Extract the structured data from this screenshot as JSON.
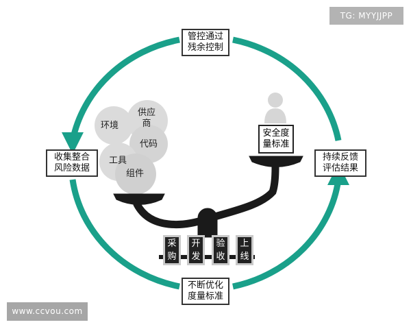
{
  "watermark_top": "TG: MYYJJPP",
  "watermark_bottom": "www.ccvou.com",
  "boxes": {
    "top": [
      "管控通过",
      "残余控制"
    ],
    "right": [
      "持续反馈",
      "评估结果"
    ],
    "bottom": [
      "不断优化",
      "度量标准"
    ],
    "left": [
      "收集整合",
      "风险数据"
    ]
  },
  "bubbles": {
    "env": "环境",
    "supply": [
      "供应",
      "商"
    ],
    "code": "代码",
    "tool": "工具",
    "component": "组件"
  },
  "standard": [
    "安全度",
    "量标准"
  ],
  "stages": [
    [
      "采",
      "购"
    ],
    [
      "开",
      "发"
    ],
    [
      "验",
      "收"
    ],
    [
      "上",
      "线"
    ]
  ],
  "colors": {
    "cycle": "#1aa08a",
    "scale": "#1a1a1a"
  }
}
